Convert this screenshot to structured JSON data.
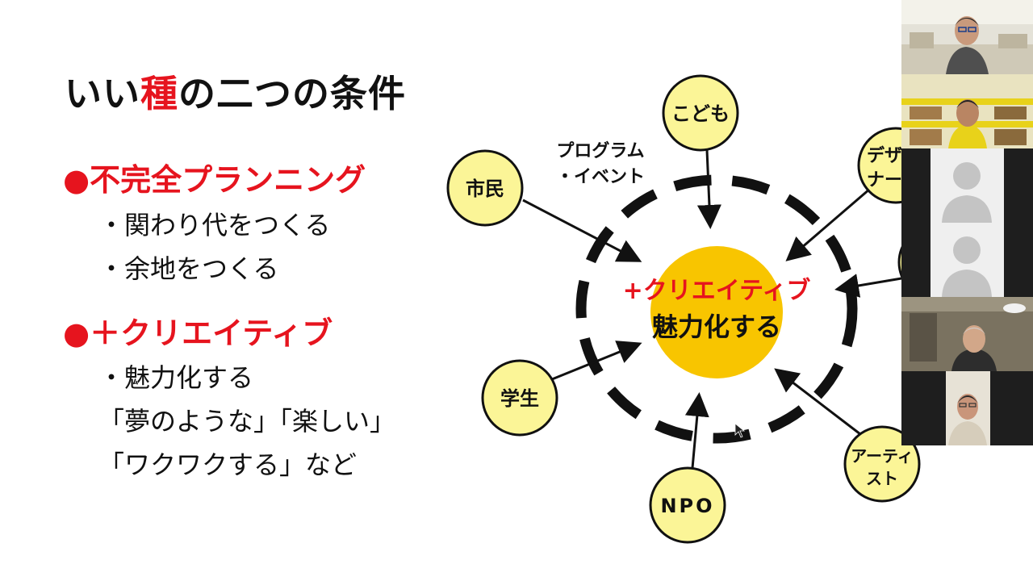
{
  "slide": {
    "title_part1": "いい",
    "title_accent": "種",
    "title_part2": "の二つの条件",
    "sections": [
      {
        "heading": "●不完全プランニング",
        "lines": [
          "・関わり代をつくる",
          "・余地をつくる"
        ]
      },
      {
        "heading": "●＋クリエイティブ",
        "lines": [
          "・魅力化する",
          "「夢のような」「楽しい」",
          "「ワクワクする」など"
        ]
      }
    ]
  },
  "diagram": {
    "center_line1": "+クリエイティブ",
    "center_line2": "魅力化する",
    "program_label_line1": "プログラム",
    "program_label_line2": "・イベント",
    "nodes": {
      "kodomo": "こども",
      "shimin": "市民",
      "designer_line1": "デザ",
      "designer_line2": "ナー",
      "gakusei": "学生",
      "npo": "NPO",
      "artist_line1": "アーティ",
      "artist_line2": "スト"
    },
    "colors": {
      "center_fill": "#f8c500",
      "node_fill": "#fbf597",
      "accent_red": "#e6141e",
      "stroke": "#111111"
    }
  },
  "video_gallery": {
    "participants": [
      {
        "type": "camera"
      },
      {
        "type": "camera"
      },
      {
        "type": "avatar",
        "icon": "user-placeholder-icon"
      },
      {
        "type": "avatar",
        "icon": "user-placeholder-icon"
      },
      {
        "type": "camera"
      },
      {
        "type": "camera"
      }
    ]
  }
}
